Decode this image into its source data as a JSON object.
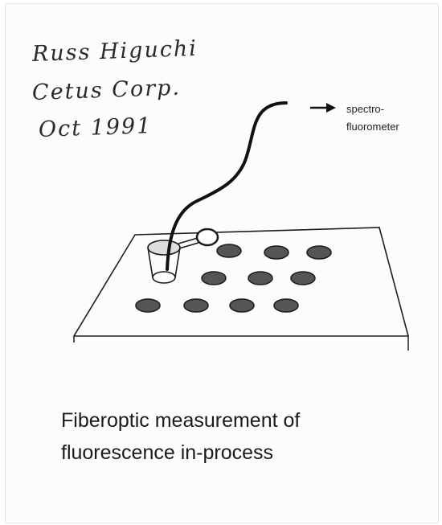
{
  "annotation": {
    "line1": "Russ Higuchi",
    "line2": "Cetus Corp.",
    "line3": "Oct 1991"
  },
  "destination_label": {
    "line1": "spectro-",
    "line2": "fluorometer"
  },
  "caption": {
    "line1": "Fiberoptic measurement  of",
    "line2": "fluorescence in-process"
  }
}
